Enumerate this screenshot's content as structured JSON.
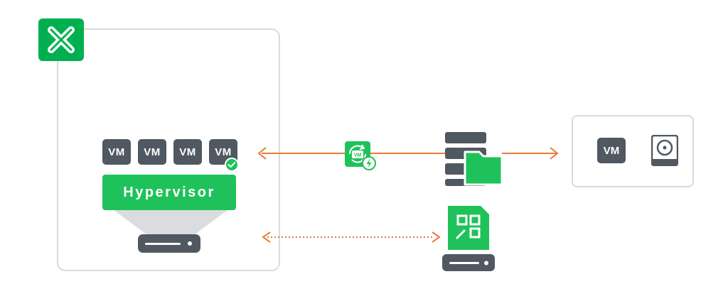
{
  "source": {
    "brand_logo_icon": "x-logo-icon",
    "vm_chips": [
      {
        "label": "VM"
      },
      {
        "label": "VM"
      },
      {
        "label": "VM"
      },
      {
        "label": "VM",
        "badge_icon": "checkmark-icon"
      }
    ],
    "hypervisor_label": "Hypervisor",
    "host_icon": "server-icon"
  },
  "connections": {
    "replication_icon": "vm-sync-lightning-icon",
    "orange_color": "#e87b3b",
    "proxy_link_style": "dotted"
  },
  "repository": {
    "icon": "storage-with-folder-icon"
  },
  "target": {
    "vm_label": "VM",
    "disk_icon": "disk-drive-icon"
  },
  "proxy": {
    "icon": "appliance-server-icon"
  },
  "colors": {
    "brand_green": "#00b050",
    "hypervisor_green": "#1fc25a",
    "gray_chip": "#505861",
    "border_gray": "#d9dadc"
  }
}
